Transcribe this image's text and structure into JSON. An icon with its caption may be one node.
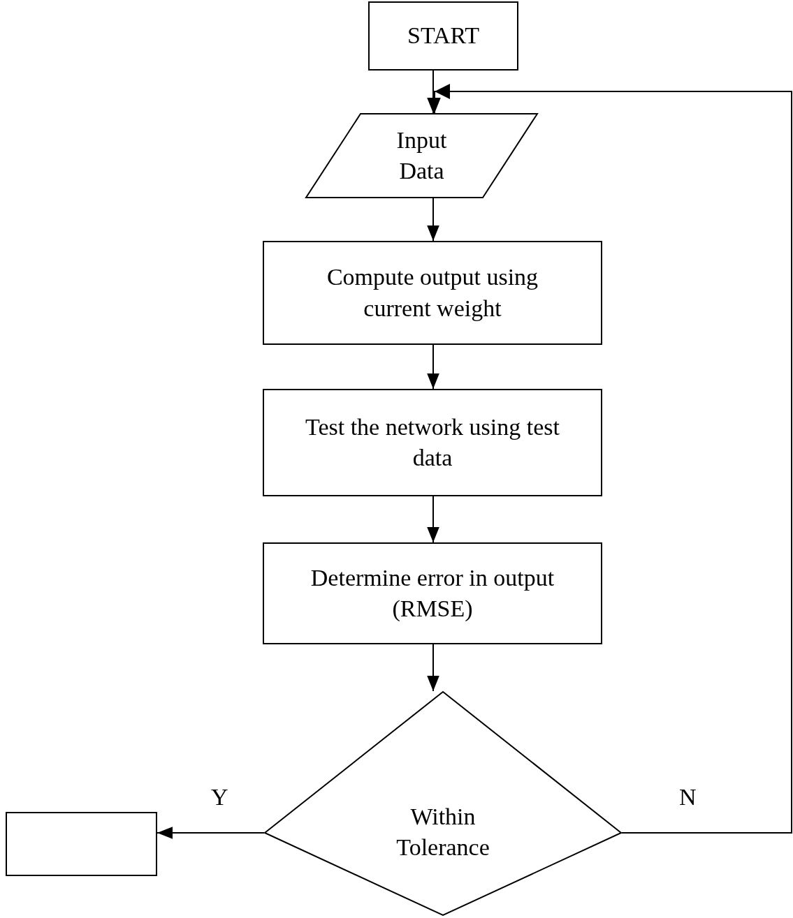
{
  "diagram": {
    "nodes": [
      {
        "text": [
          "START"
        ]
      },
      {
        "text": [
          "Input Data"
        ]
      },
      {
        "text": [
          "Compute output using current weight"
        ]
      },
      {
        "text": [
          "Test the network using test data"
        ]
      },
      {
        "text": [
          "Determine error in output (RMSE)"
        ]
      },
      {
        "text": [
          "Within Tolerance"
        ]
      },
      {
        "text": [],
        "shape": "box"
      }
    ],
    "edges": [
      {
        "from": 0,
        "to": 1,
        "arrow": "to"
      },
      {
        "from": 1,
        "to": 2,
        "arrow": "to"
      },
      {
        "from": 2,
        "to": 3,
        "arrow": "to"
      },
      {
        "from": 3,
        "to": 4,
        "arrow": "to"
      },
      {
        "from": 4,
        "to": 5,
        "arrow": "to"
      },
      {
        "from": 5,
        "to": 6,
        "arrow": "to",
        "label": "Y"
      },
      {
        "from": 5,
        "to": 1,
        "arrow": "to",
        "label": "N"
      }
    ]
  }
}
